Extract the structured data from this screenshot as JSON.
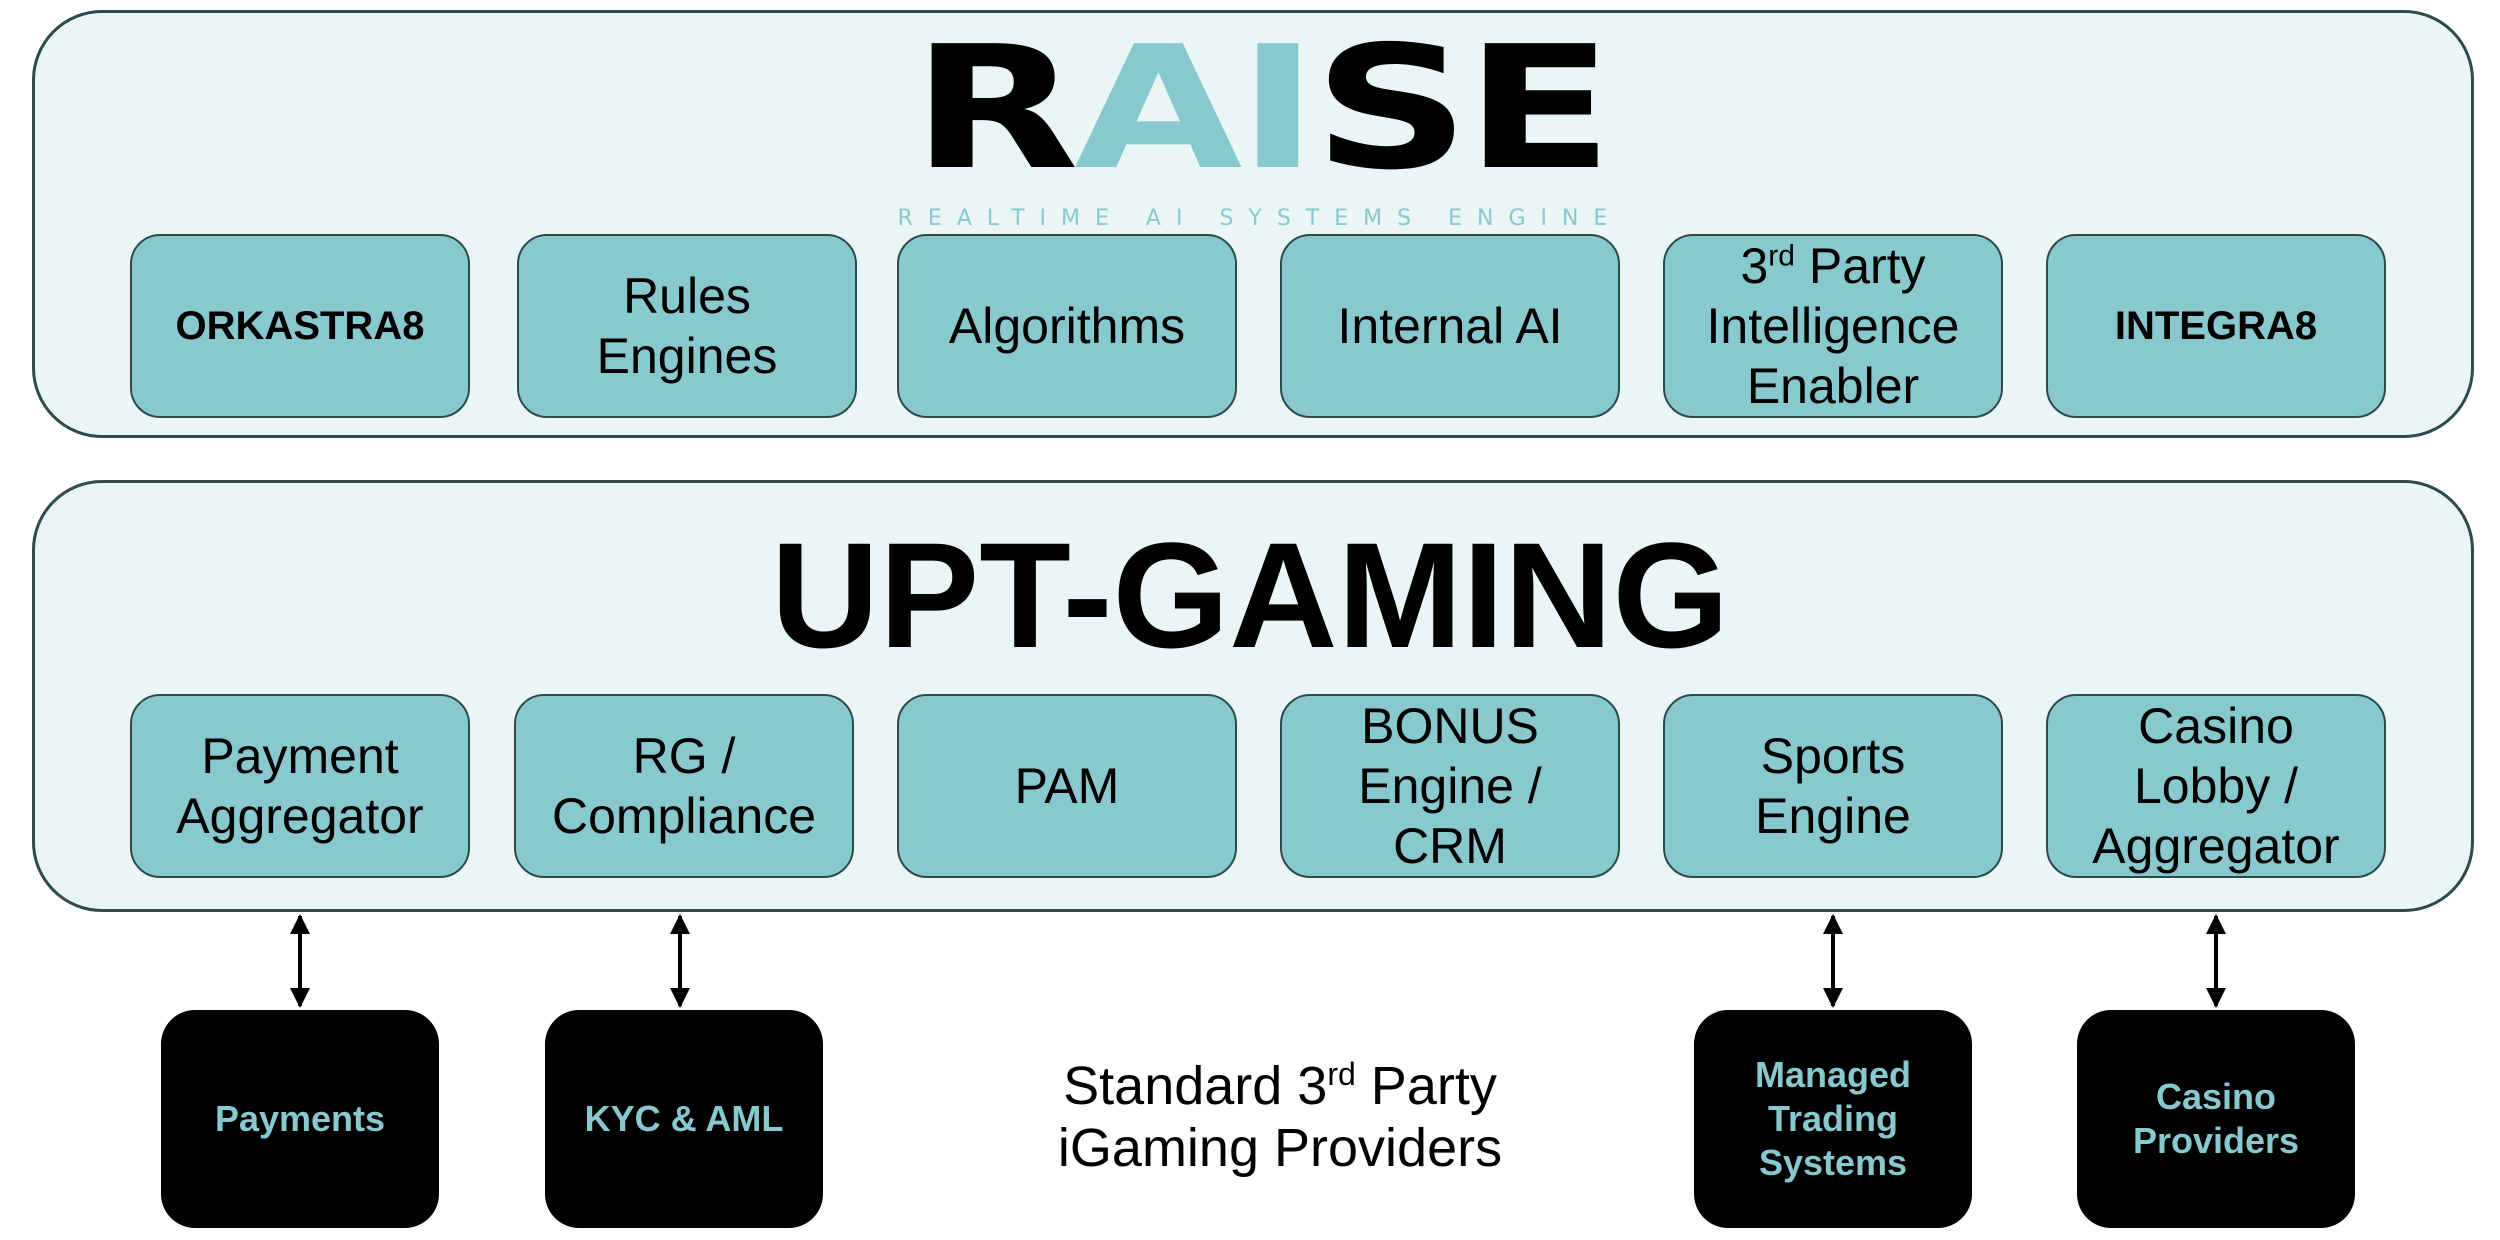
{
  "logo": {
    "word_part1": "R",
    "word_accent": "AI",
    "word_part2": "SE",
    "tagline": "REALTIME AI SYSTEMS ENGINE"
  },
  "raise_modules": [
    {
      "label": "ORKASTRA8"
    },
    {
      "label": "Rules Engines"
    },
    {
      "label": "Algorithms"
    },
    {
      "label": "Internal AI"
    },
    {
      "label_prefix": "3",
      "label_sup": "rd",
      "label_rest": " Party Intelligence Enabler"
    },
    {
      "label": "INTEGRA8"
    }
  ],
  "upt_title": "UPT-GAMING",
  "upt_modules": [
    {
      "label": "Payment Aggregator"
    },
    {
      "label": "RG / Compliance"
    },
    {
      "label": "PAM"
    },
    {
      "label": "BONUS Engine / CRM"
    },
    {
      "label": "Sports Engine"
    },
    {
      "label": "Casino Lobby / Aggregator"
    }
  ],
  "providers": [
    {
      "label": "Payments"
    },
    {
      "label": "KYC & AML"
    },
    {
      "label": "Managed Trading Systems"
    },
    {
      "label": "Casino Providers"
    }
  ],
  "center_note": {
    "line1_prefix": "Standard 3",
    "line1_sup": "rd",
    "line1_rest": " Party",
    "line2": "iGaming Providers"
  },
  "colors": {
    "accent": "#88c8cf",
    "panel_fill": "#eaf6f6",
    "border": "#2e4a4d",
    "provider_fill": "#000000"
  }
}
